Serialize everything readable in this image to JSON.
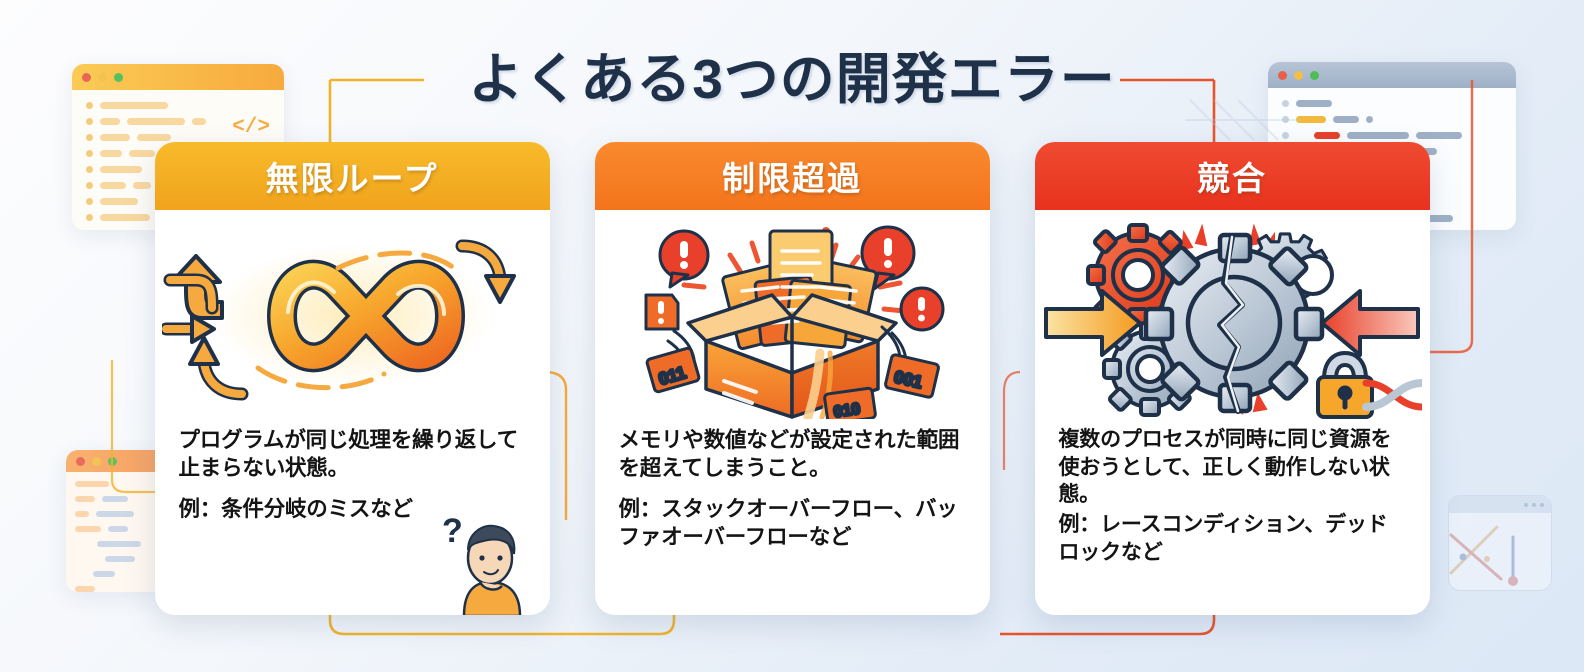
{
  "page": {
    "title": "よくある3つの開発エラー",
    "bg_from": "#fdfdfe",
    "bg_to": "#dce8f6",
    "title_color": "#1f3149"
  },
  "cards": [
    {
      "id": "card-1",
      "header": "無限ループ",
      "header_color": "#f1a31c",
      "illustration": "infinity-loop-icon",
      "desc": "プログラムが同じ処理を繰り返して止まらない状態。",
      "example": "例：条件分岐のミスなど",
      "character": "thinking-person-icon"
    },
    {
      "id": "card-2",
      "header": "制限超過",
      "header_color": "#f4741c",
      "illustration": "overflowing-box-icon",
      "desc": "メモリや数値などが設定された範囲を超えてしまうこと。",
      "example": "例：スタックオーバーフロー、バッファオーバーフローなど",
      "binary_tags": [
        "011",
        "001",
        "010"
      ]
    },
    {
      "id": "card-3",
      "header": "競合",
      "header_color": "#e8321d",
      "illustration": "broken-gears-icon",
      "desc": "複数のプロセスが同時に同じ資源を使おうとして、正しく動作しない状態。",
      "example": "例：レースコンディション、デッドロックなど"
    }
  ],
  "decorations": {
    "top_left_window": {
      "name": "code-editor-window",
      "accent": "#f7a634",
      "code_glyph": "</>"
    },
    "bottom_left_window": {
      "name": "code-snippet-window",
      "accent": "#f79a57"
    },
    "top_right_window": {
      "name": "code-editor-window",
      "accent": "#9fb0c6"
    },
    "bottom_right_window": {
      "name": "chart-window",
      "accent": "#93a8c0"
    },
    "connector_line_left_color": "#f0b32b",
    "connector_line_right_color": "#e8532c"
  }
}
